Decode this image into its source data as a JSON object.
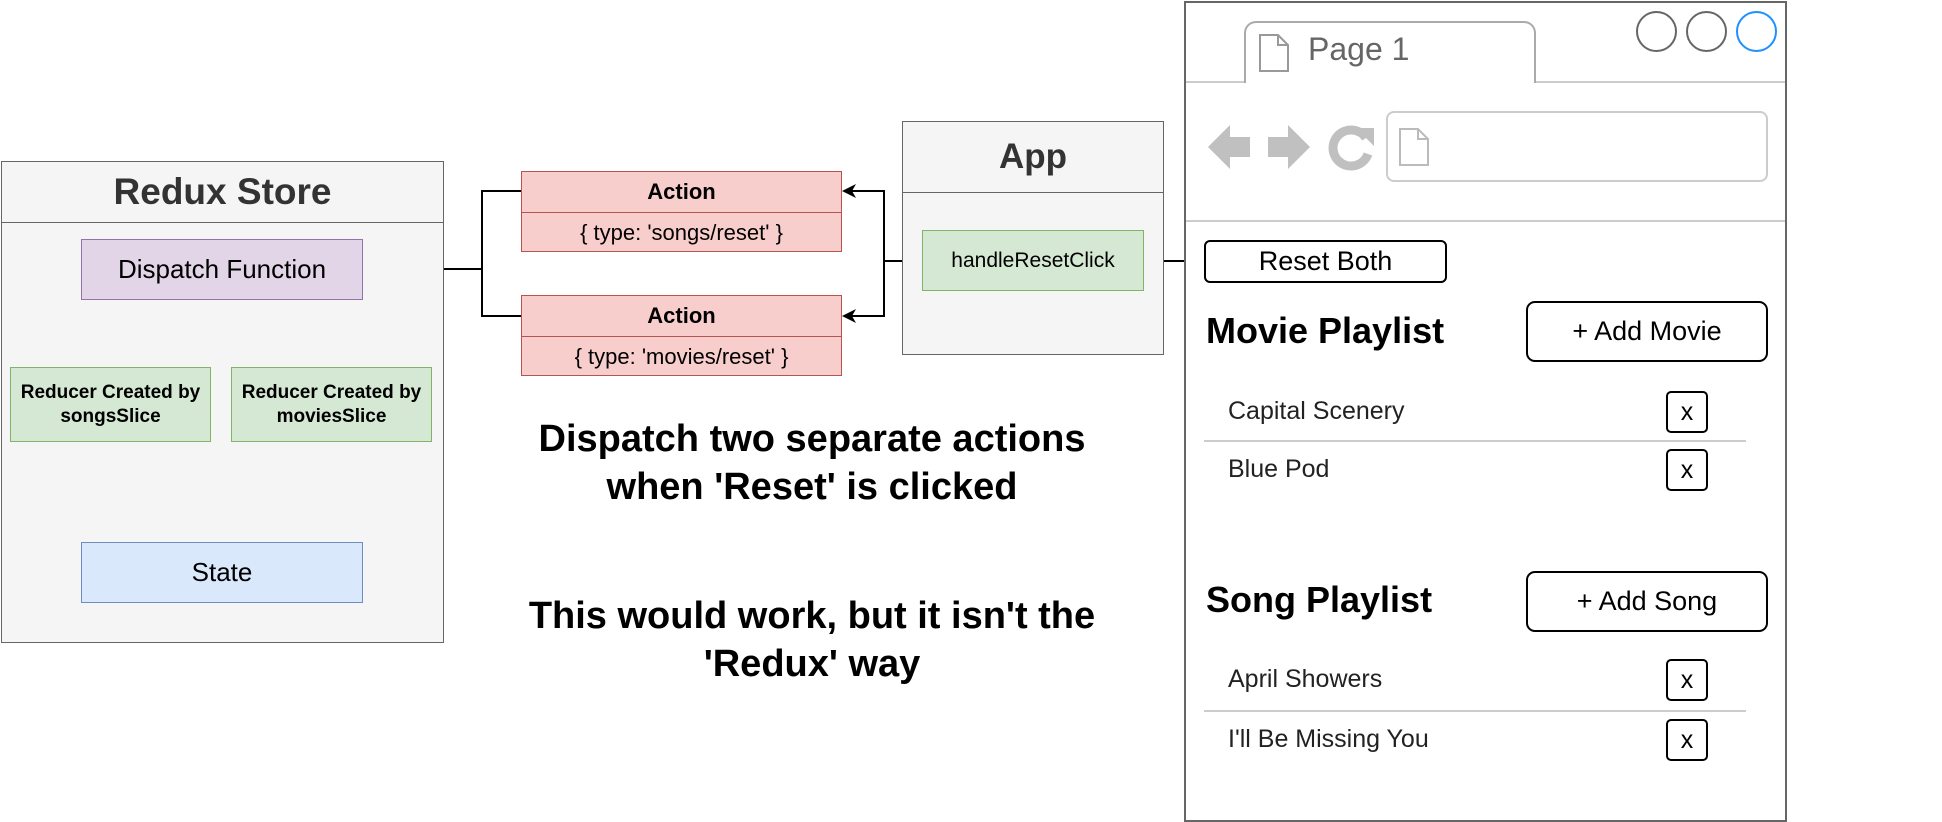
{
  "store": {
    "title": "Redux Store",
    "dispatch_label": "Dispatch Function",
    "reducer_songs": "Reducer Created by songsSlice",
    "reducer_movies": "Reducer Created by moviesSlice",
    "state_label": "State"
  },
  "actions": [
    {
      "title": "Action",
      "body": "{ type: 'songs/reset' }"
    },
    {
      "title": "Action",
      "body": "{ type: 'movies/reset' }"
    }
  ],
  "app": {
    "title": "App",
    "handler_label": "handleResetClick"
  },
  "captions": {
    "line1": "Dispatch two separate actions when 'Reset' is clicked",
    "line2": "This would work, but it isn't the 'Redux' way"
  },
  "browser": {
    "tab_label": "Page 1",
    "reset_button": "Reset Both",
    "movie_playlist": {
      "title": "Movie Playlist",
      "add_label": "+ Add Movie",
      "items": [
        "Capital Scenery",
        "Blue Pod"
      ]
    },
    "song_playlist": {
      "title": "Song Playlist",
      "add_label": "+ Add Song",
      "items": [
        "April Showers",
        "I'll Be Missing You"
      ]
    },
    "remove_label": "x",
    "colors": {
      "accent_circle": "#1e90ff",
      "nav_icon": "#c0c0c0"
    }
  }
}
